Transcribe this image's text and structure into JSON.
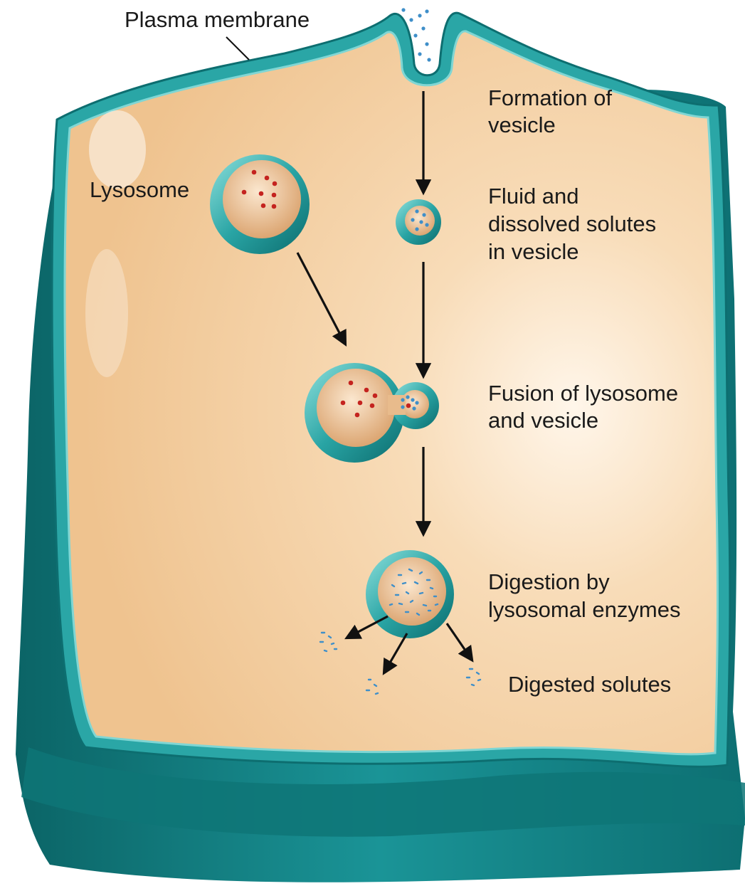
{
  "labels": {
    "plasma_membrane": "Plasma membrane",
    "lysosome": "Lysosome",
    "formation_line1": "Formation of",
    "formation_line2": "vesicle",
    "fluid_line1": "Fluid and",
    "fluid_line2": "dissolved solutes",
    "fluid_line3": "in vesicle",
    "fusion_line1": "Fusion of lysosome",
    "fusion_line2": "and vesicle",
    "digestion_line1": "Digestion by",
    "digestion_line2": "lysosomal enzymes",
    "digested_solutes": "Digested solutes"
  },
  "colors": {
    "cytoplasm": "#f5d2a6",
    "cytoplasm_light": "#fdf0df",
    "membrane_teal": "#1f9c9c",
    "membrane_dark": "#0d6e70",
    "membrane_light": "#7fd6d4",
    "enzyme_red": "#c4231f",
    "solute_blue": "#3f8fc9"
  }
}
